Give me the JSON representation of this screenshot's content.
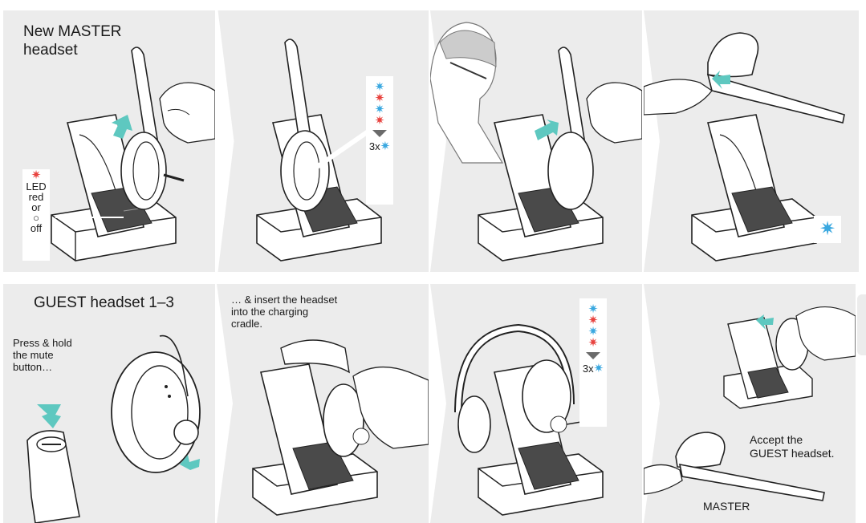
{
  "row1": {
    "title_plain": "New ",
    "title_bold": "MASTER",
    "title_line2": "headset",
    "led_note": [
      "LED",
      "red",
      "or",
      "○",
      "off"
    ],
    "sequence_label": "3x"
  },
  "row2": {
    "title_bold": "GUEST",
    "title_plain": " headset ",
    "title_num": "1–3",
    "step1_lines": [
      "Press & hold",
      "the mute",
      "button…"
    ],
    "step2_lines": [
      "… & insert the headset",
      "into the charging",
      "cradle."
    ],
    "sequence_label": "3x",
    "step4_lines": [
      "Accept the",
      "GUEST headset."
    ],
    "master_label": "MASTER"
  },
  "colors": {
    "panel_bg": "#ececec",
    "led_blue": "#3aa8e0",
    "led_red": "#e8433f",
    "arrow_teal": "#5ec8c0"
  },
  "icons": [
    "led-blue-icon",
    "led-red-icon",
    "arrow-down-icon",
    "teal-arrow-icon",
    "headset-icon",
    "cradle-icon",
    "hand-icon"
  ]
}
